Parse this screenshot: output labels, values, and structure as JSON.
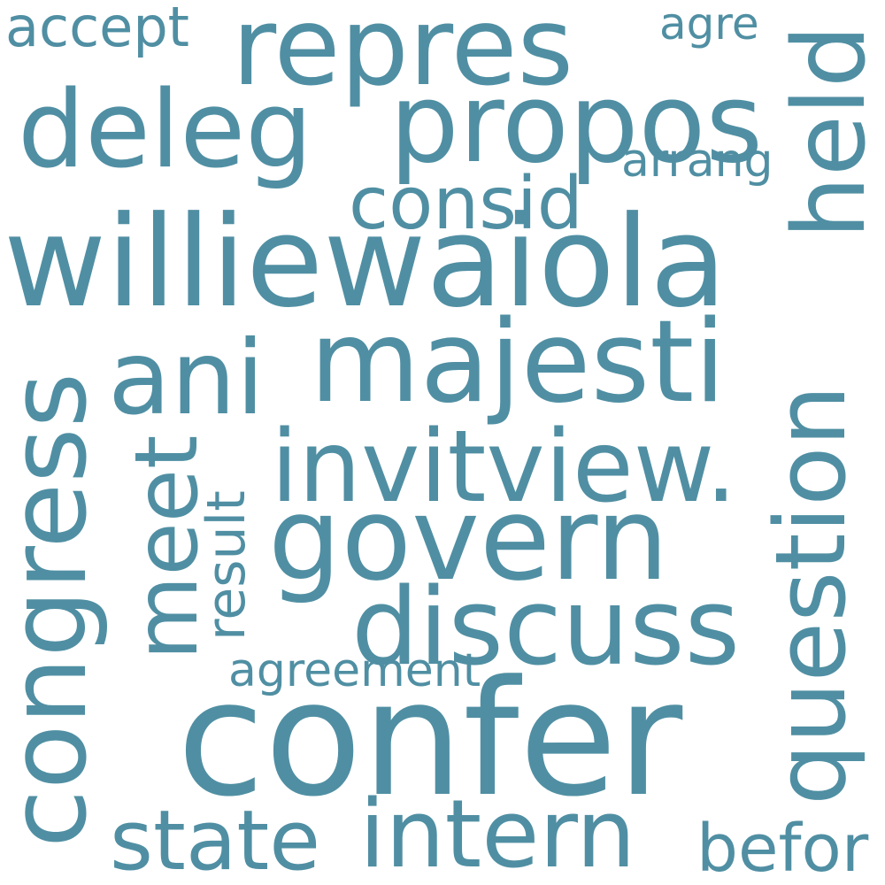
{
  "words": {
    "willie": "williewaiola",
    "confer": "confer",
    "majesti": "majesti",
    "govern": "govern",
    "discuss": "discuss",
    "invitview": "invitview.",
    "propos": "propos",
    "deleg": "deleg",
    "repres": "repres",
    "ani": "ani",
    "intern": "intern",
    "state": "state",
    "consid": "consid",
    "befor": "befor",
    "agreement": "agreement",
    "arrang": "arrang",
    "accept": "accept",
    "agre": "agre",
    "held": "held",
    "question": "question",
    "congress": "congress",
    "meet": "meet",
    "result": "result"
  },
  "colors": {
    "text": "#508fa3",
    "background": "#ffffff"
  }
}
